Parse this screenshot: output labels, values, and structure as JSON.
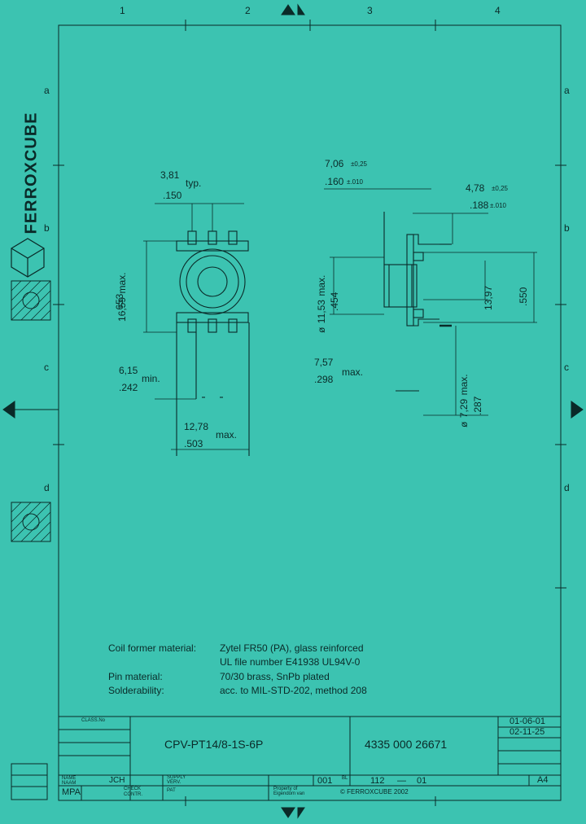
{
  "brand": {
    "name": "FERROXCUBE"
  },
  "grid": {
    "columns": [
      "1",
      "2",
      "3",
      "4"
    ],
    "rows": [
      "a",
      "b",
      "c",
      "d"
    ]
  },
  "front_view": {
    "dim_pitch": {
      "mm": "3,81",
      "suffix": "typ.",
      "inch": ".150"
    },
    "dim_height": {
      "mm": "16,59",
      "suffix": "max.",
      "inch": ".653"
    },
    "dim_row": {
      "mm": "6,15",
      "suffix": "min.",
      "inch": ".242"
    },
    "dim_width": {
      "mm": "12,78",
      "suffix": "max.",
      "inch": ".503"
    }
  },
  "side_view": {
    "dim_top": {
      "mm": "7,06",
      "tol_mm": "±0,25",
      "inch": ".160",
      "tol_inch": "±.010"
    },
    "dim_flange": {
      "mm": "4,78",
      "tol_mm": "±0,25",
      "inch": ".188",
      "tol_inch": "±.010"
    },
    "dim_core": {
      "prefix": "ø",
      "mm": "11,53",
      "suffix": "max.",
      "inch": ".454"
    },
    "dim_right_a": {
      "mm": "13,97",
      "inch": ".550"
    },
    "dim_bottom": {
      "mm": "7,57",
      "suffix": "max.",
      "inch": ".298"
    },
    "dim_pin": {
      "prefix": "ø",
      "mm": "7,29",
      "suffix": "max.",
      "inch": ".287"
    }
  },
  "notes": [
    {
      "label": "Coil former material:",
      "value": "Zytel FR50 (PA), glass reinforced"
    },
    {
      "label": "",
      "value": "UL file number E41938    UL94V-0"
    },
    {
      "label": "Pin material:",
      "value": "70/30 brass, SnPb plated"
    },
    {
      "label": "Solderability:",
      "value": "acc. to MIL-STD-202, method 208"
    }
  ],
  "title_block": {
    "classification_label": "CLASS.No",
    "title": "CPV-PT14/8-1S-6P",
    "part_number": "4335 000 26671",
    "dates": [
      "01-06-01",
      "02-11-25"
    ],
    "name_label": "NAME",
    "name_label_2": "NAAM",
    "name_value": "JCH",
    "check_label": "CHECK",
    "check_label_2": "CONTR.",
    "check_value": "PAT",
    "supply_label": "SUPPLY",
    "supply_label_2": "VERV.",
    "sheet_a": "001",
    "sheet_prefix": "BL",
    "sheet_b": "112",
    "sheet_dash": "—",
    "sheet_c": "01",
    "format": "A4",
    "dept": "MPA",
    "property_label_1": "Property of",
    "property_label_2": "Eigendom van",
    "copyright": "© FERROXCUBE  2002"
  }
}
